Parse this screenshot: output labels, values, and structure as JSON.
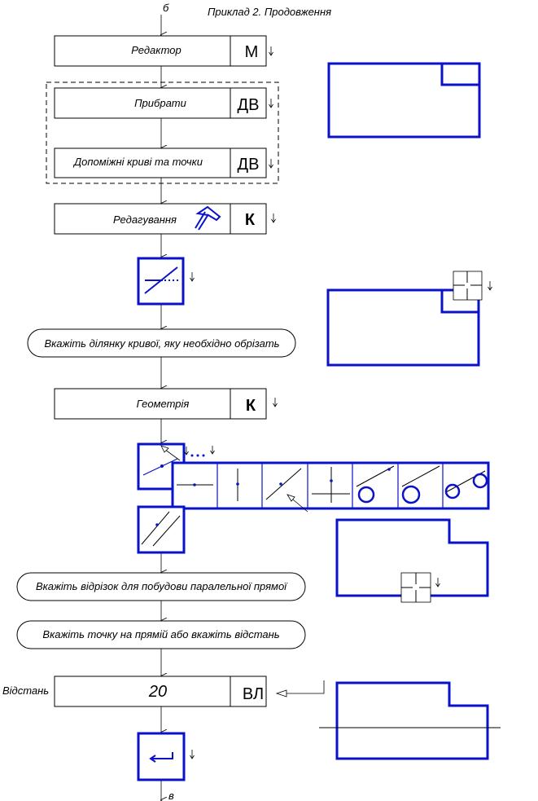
{
  "header": {
    "connector_top": "б",
    "title": "Приклад 2. Продовження",
    "connector_bottom": "в"
  },
  "blocks": {
    "editor": {
      "label": "Редактор",
      "key": "М"
    },
    "remove": {
      "label": "Прибрати",
      "key": "ДВ"
    },
    "aux": {
      "label": "Допоміжні криві та точки",
      "key": "ДВ"
    },
    "editing": {
      "label": "Редагування",
      "key": "К"
    },
    "prompt1": {
      "label": "Вкажіть ділянку кривої, яку необхідно обрізать"
    },
    "geometry": {
      "label": "Геометрія",
      "key": "К"
    },
    "prompt2": {
      "label": "Вкажіть відрізок для побудови паралельної прямої"
    },
    "prompt3": {
      "label": "Вкажіть точку на прямій або вкажіть відстань"
    },
    "distance": {
      "side_label": "Відстань",
      "value": "20",
      "key": "ВЛ"
    }
  },
  "colors": {
    "accent": "#0a12c8",
    "line": "#000000"
  },
  "icons": [
    "hammer-icon",
    "trim-curve-icon",
    "parallel-line-icon",
    "enter-icon",
    "cursor-crosshair-icon"
  ]
}
